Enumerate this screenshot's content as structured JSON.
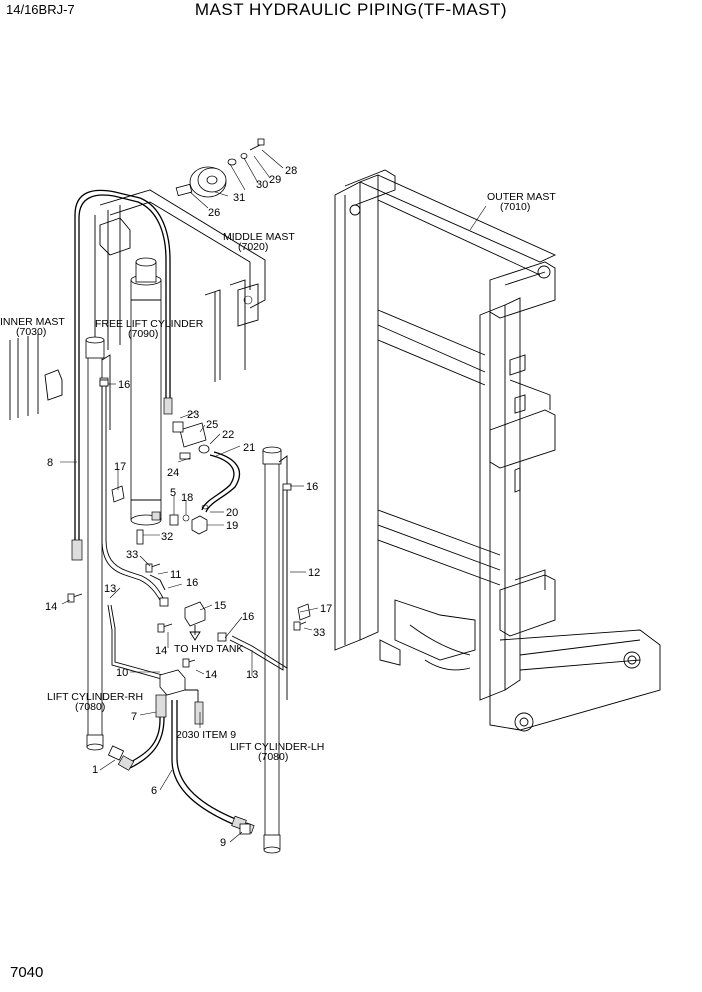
{
  "header": {
    "model": "14/16BRJ-7",
    "title": "MAST HYDRAULIC PIPING(TF-MAST)"
  },
  "page_number": "7040",
  "assemblies": {
    "outer_mast": {
      "name": "OUTER MAST",
      "code": "(7010)"
    },
    "middle_mast": {
      "name": "MIDDLE MAST",
      "code": "(7020)"
    },
    "inner_mast": {
      "name": "INNER MAST",
      "code": "(7030)"
    },
    "free_lift_cylinder": {
      "name": "FREE LIFT CYLINDER",
      "code": "(7090)"
    },
    "lift_cylinder_rh": {
      "name": "LIFT CYLINDER-RH",
      "code": "(7080)"
    },
    "lift_cylinder_lh": {
      "name": "LIFT CYLINDER-LH",
      "code": "(7080)"
    }
  },
  "notes": {
    "to_hyd_tank": "TO HYD TANK",
    "item_ref": "2030 ITEM 9"
  },
  "callouts": [
    "1",
    "5",
    "6",
    "7",
    "8",
    "9",
    "10",
    "11",
    "12",
    "13",
    "13",
    "14",
    "14",
    "14",
    "15",
    "16",
    "16",
    "16",
    "16",
    "17",
    "17",
    "18",
    "19",
    "20",
    "21",
    "22",
    "23",
    "24",
    "25",
    "26",
    "28",
    "29",
    "30",
    "31",
    "32",
    "33",
    "33"
  ]
}
